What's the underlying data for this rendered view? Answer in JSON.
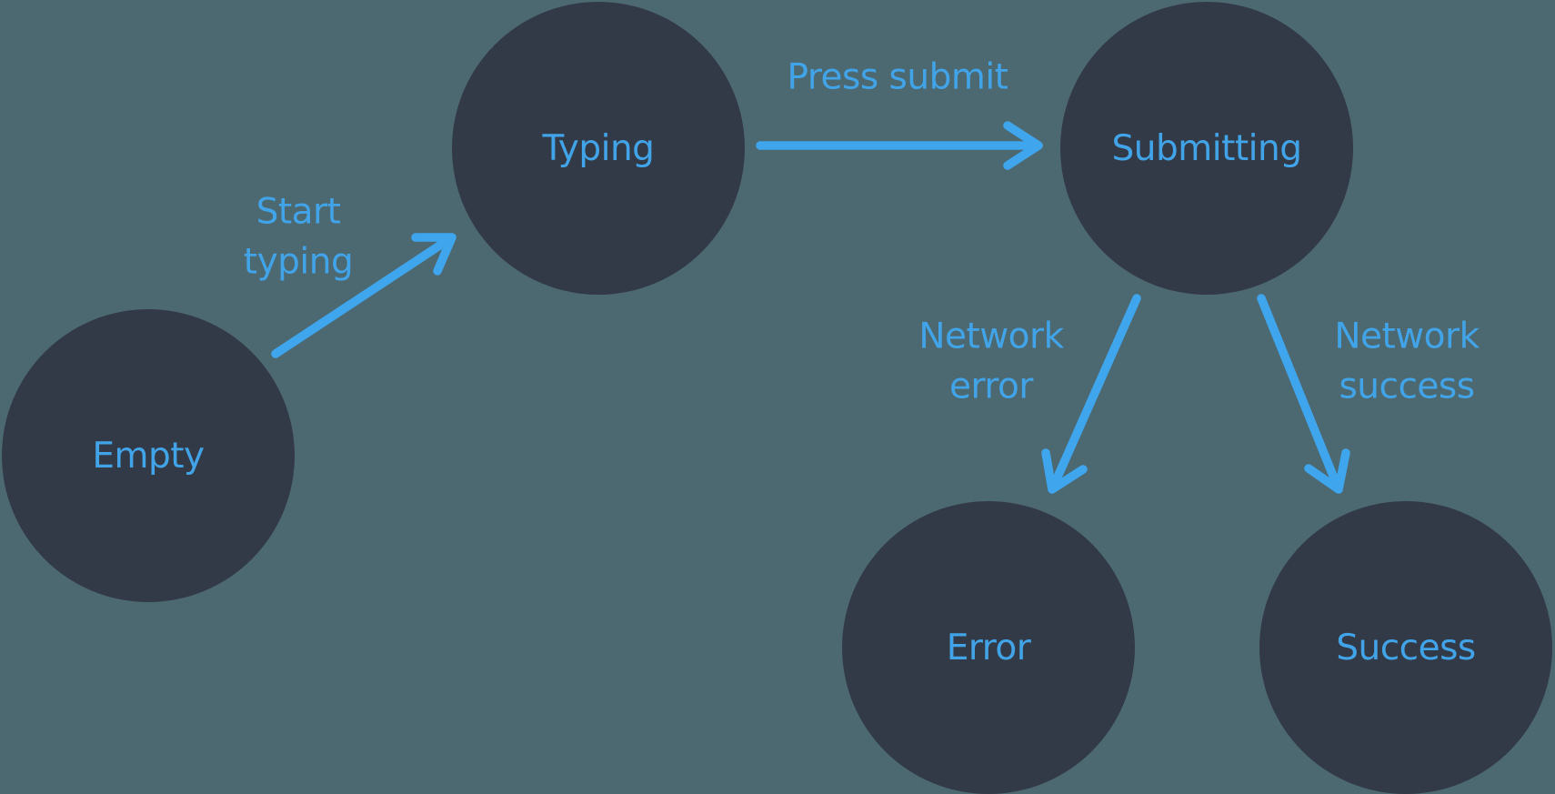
{
  "diagram": {
    "type": "state-machine",
    "nodes": [
      {
        "id": "empty",
        "label": "Empty"
      },
      {
        "id": "typing",
        "label": "Typing"
      },
      {
        "id": "submitting",
        "label": "Submitting"
      },
      {
        "id": "error",
        "label": "Error"
      },
      {
        "id": "success",
        "label": "Success"
      }
    ],
    "edges": [
      {
        "from": "empty",
        "to": "typing",
        "label": "Start\ntyping"
      },
      {
        "from": "typing",
        "to": "submitting",
        "label": "Press submit"
      },
      {
        "from": "submitting",
        "to": "error",
        "label": "Network\nerror"
      },
      {
        "from": "submitting",
        "to": "success",
        "label": "Network\nsuccess"
      }
    ],
    "colors": {
      "background": "#4C6972",
      "node_fill": "#333A47",
      "accent_blue": "#42A4E8",
      "arrow_blue": "#3FA6EE"
    }
  }
}
